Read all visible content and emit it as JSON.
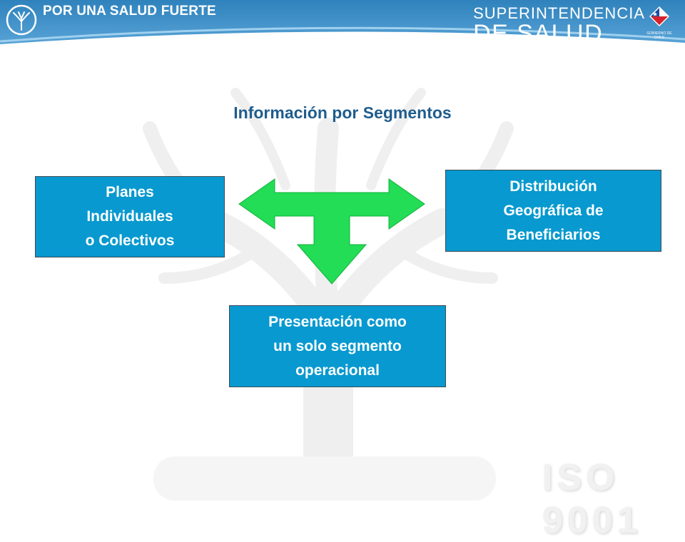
{
  "header": {
    "slogan": "POR UNA SALUD FUERTE",
    "brand_line1": "SUPERINTENDENCIA",
    "brand_line2": "DE SALUD",
    "gov_text": "GOBIERNO DE CHILE",
    "icons": [
      "tree-logo-icon",
      "gov-chile-logo-icon"
    ]
  },
  "title": "Información por Segmentos",
  "boxes": {
    "left": [
      "Planes",
      "Individuales",
      "o Colectivos"
    ],
    "right": [
      "Distribución",
      "Geográfica de",
      "Beneficiarios"
    ],
    "bottom": [
      "Presentación como",
      "un solo segmento",
      "operacional"
    ]
  },
  "footer": {
    "watermark_text": "ISO 9001"
  },
  "colors": {
    "header_blue": "#2f82bc",
    "box_blue": "#0799cf",
    "arrow_green": "#22dd55",
    "title_blue": "#1f5d8d"
  }
}
